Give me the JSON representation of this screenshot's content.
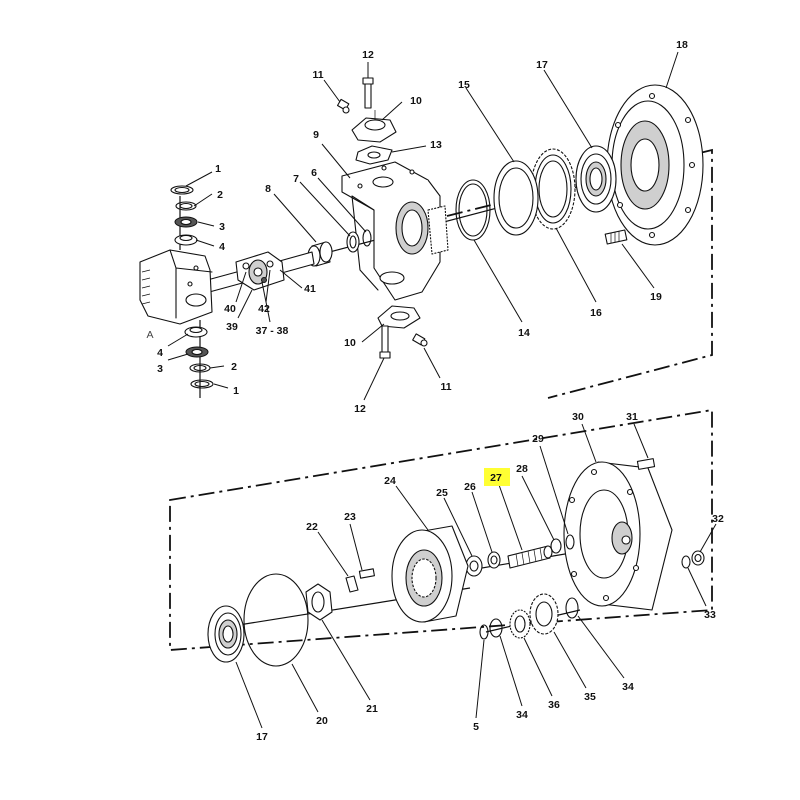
{
  "highlight_color": "#ffff33",
  "view_letter": "A",
  "callouts": {
    "upper": {
      "c12_top": "12",
      "c11_top": "11",
      "c10_top": "10",
      "c13": "13",
      "c9": "9",
      "c15": "15",
      "c17": "17",
      "c18": "18",
      "c1_top": "1",
      "c2_top": "2",
      "c3_top": "3",
      "c4_top": "4",
      "c8": "8",
      "c7": "7",
      "c6": "6",
      "c40": "40",
      "c42": "42",
      "c41": "41",
      "c39": "39",
      "c37_38": "37 - 38",
      "c4_bot": "4",
      "c3_bot": "3",
      "c2_bot": "2",
      "c1_bot": "1",
      "c10_bot": "10",
      "c11_bot": "11",
      "c12_bot": "12",
      "c14": "14",
      "c16": "16",
      "c19": "19"
    },
    "lower": {
      "c30": "30",
      "c31": "31",
      "c29": "29",
      "c27": "27",
      "c28": "28",
      "c24": "24",
      "c25": "25",
      "c26": "26",
      "c32": "32",
      "c22": "22",
      "c23": "23",
      "c33": "33",
      "c21": "21",
      "c20": "20",
      "c17": "17",
      "c5": "5",
      "c34_left": "34",
      "c36": "36",
      "c35": "35",
      "c34_right": "34"
    }
  }
}
